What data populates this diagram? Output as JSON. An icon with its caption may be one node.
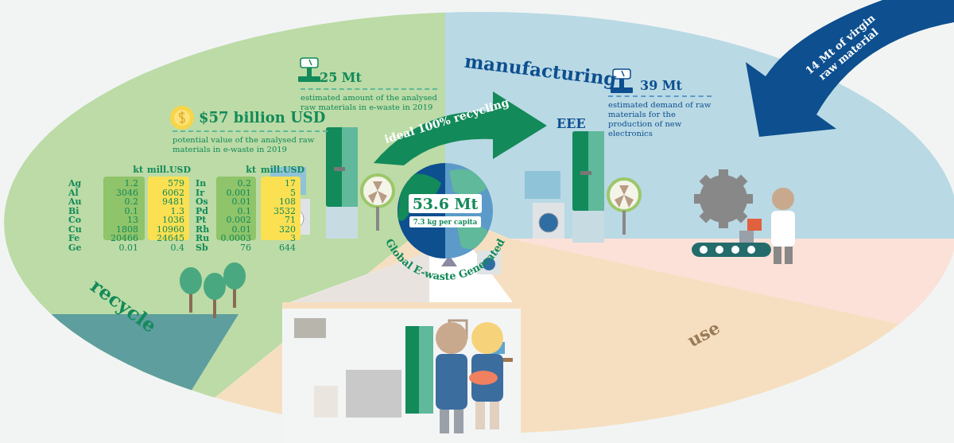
{
  "diagram": {
    "nodes": [
      {
        "text": [
          "53.6 Mt",
          "7.3 kg per capita"
        ],
        "beside": [
          "Global E-waste Generated"
        ]
      }
    ],
    "labels": [
      "manufacturing",
      "14 Mt of virgin raw material",
      "25 Mt",
      "estimated amount of the analysed raw materials in e-waste in 2019",
      "39 Mt",
      "estimated demand of raw materials for the production of new electronics",
      "$57 billion USD",
      "ideal 100% recycling",
      "EEE",
      "potential value of the analysed raw materials in e-waste in 2019",
      "kt",
      "mill.USD",
      "kt",
      "mill.USD",
      "Ag",
      "1.2",
      "579",
      "In",
      "0.2",
      "17",
      "Al",
      "3046",
      "6062",
      "Ir",
      "0.001",
      "5",
      "Au",
      "0.2",
      "9481",
      "Os",
      "0.01",
      "108",
      "Bi",
      "0.1",
      "1.3",
      "Pd",
      "0.1",
      "3532",
      "Co",
      "13",
      "1036",
      "Pt",
      "0.002",
      "71",
      "Cu",
      "1808",
      "10960",
      "Rh",
      "0.01",
      "320",
      "Fe",
      "20466",
      "24645",
      "Ru",
      "0.0003",
      "3",
      "Ge",
      "0.01",
      "0.4",
      "Sb",
      "76",
      "644",
      "recycle",
      "use"
    ]
  }
}
